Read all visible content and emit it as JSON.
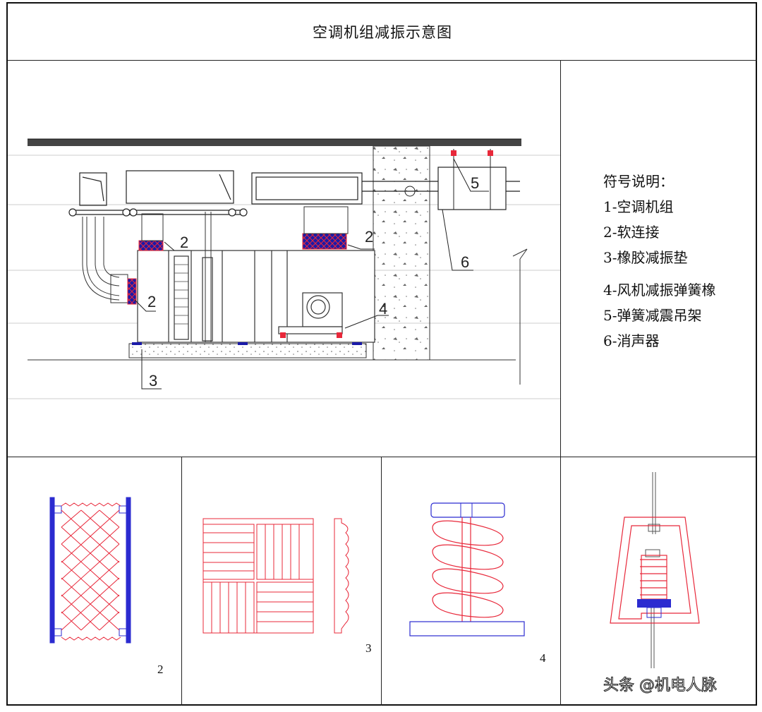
{
  "title": "空调机组减振示意图",
  "legend": {
    "heading": "符号说明：",
    "items": [
      "1-空调机组",
      "2-软连接",
      "3-橡胶减振垫",
      "4-风机减振弹簧橡",
      "5-弹簧减震吊架",
      "6-消声器"
    ]
  },
  "callouts": {
    "c2a": "2",
    "c2b": "2",
    "c2c": "2",
    "c3": "3",
    "c4": "4",
    "c5": "5",
    "c6": "6"
  },
  "details": [
    {
      "number": "2"
    },
    {
      "number": "3"
    },
    {
      "number": "4"
    },
    {
      "number": ""
    }
  ],
  "watermark": "头条 @机电人脉",
  "colors": {
    "detail_red": "#e8283a",
    "detail_blue": "#2b2bd0",
    "line": "#222222",
    "pad_blue": "#1a1aa8"
  }
}
